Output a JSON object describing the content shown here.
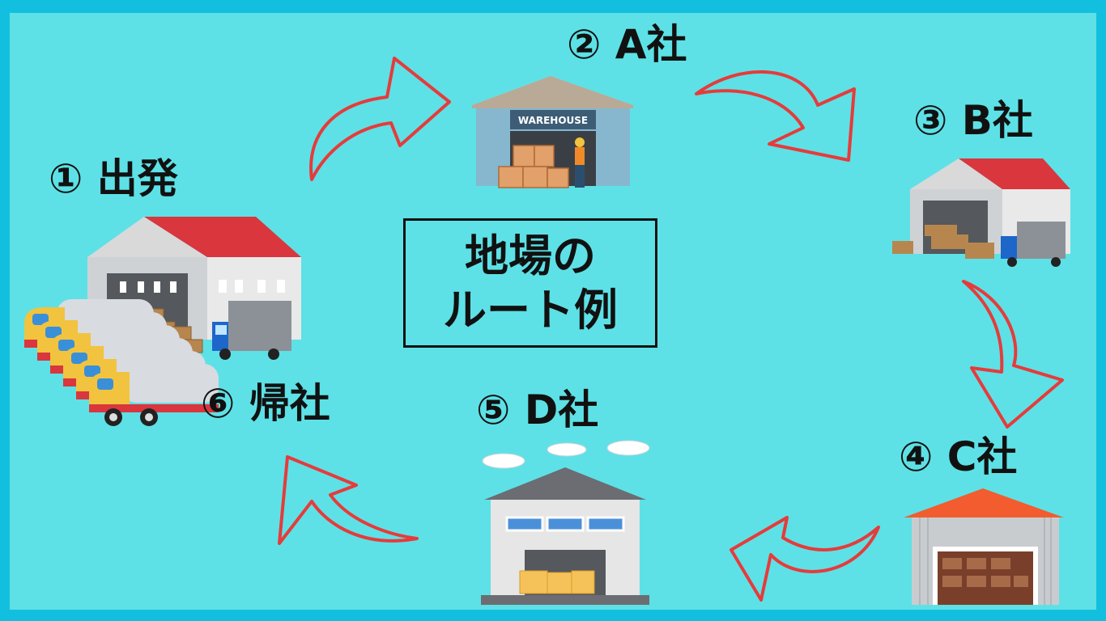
{
  "title": {
    "line1": "地場の",
    "line2": "ルート例"
  },
  "stops": {
    "start": "① 出発",
    "a": "② A社",
    "b": "③ B社",
    "c": "④ C社",
    "d": "⑤ D社",
    "return": "⑥ 帰社"
  },
  "warehouse_sign": "WAREHOUSE",
  "colors": {
    "background": "#5de1e6",
    "border": "#13bfdf",
    "arrow": "#e63b3b",
    "roof_red": "#d9363e"
  }
}
